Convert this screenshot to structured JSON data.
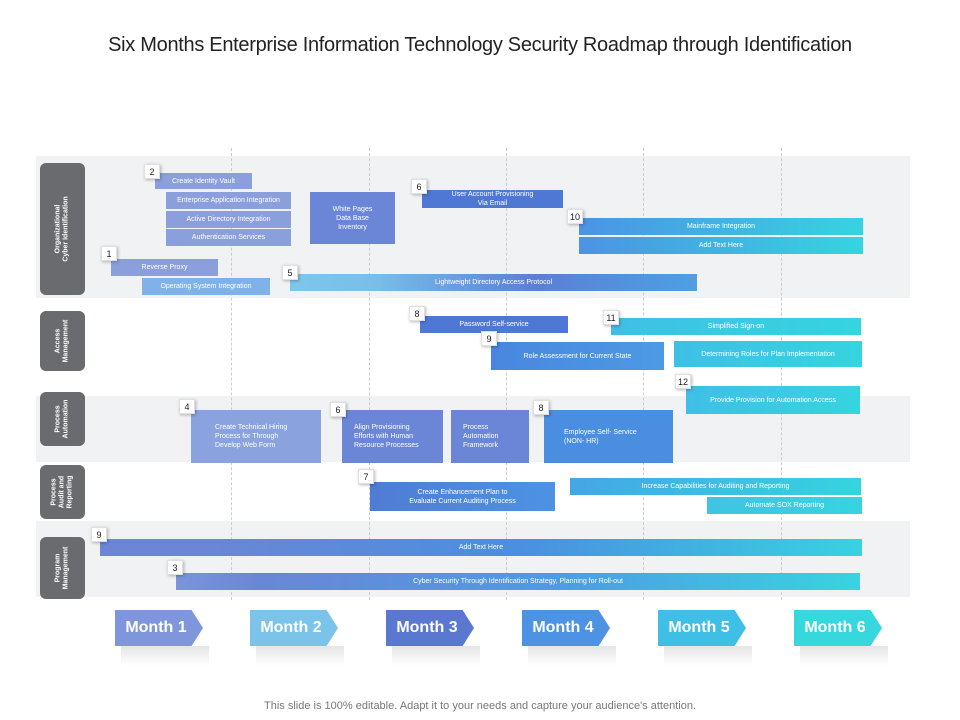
{
  "title": "Six Months Enterprise Information Technology Security Roadmap through Identification",
  "footer": "This slide is 100% editable. Adapt it to your needs and capture your audience's attention.",
  "rows": [
    {
      "label": "Organizational\nCyber Identification"
    },
    {
      "label": "Access\nManagement"
    },
    {
      "label": "Process\nAutomation"
    },
    {
      "label": "Process\nAudit and\nReporting"
    },
    {
      "label": "Program\nManagement"
    }
  ],
  "bars": {
    "create_identity_vault": "Create Identity Vault",
    "enterprise_app_integration": "Enterprise Application Integration",
    "active_directory_integration": "Active Directory Integration",
    "authentication_services": "Authentication Services",
    "white_pages": "White Pages\nData Base\nInventory",
    "user_account_provisioning": "User Account Provisioning\nVia Email",
    "mainframe_integration": "Mainframe Integration",
    "add_text_here_1": "Add Text Here",
    "reverse_proxy": "Reverse Proxy",
    "operating_system_integration": "Operating System Integration",
    "ldap": "Lightweight Directory Access Protocol",
    "password_self_service": "Password Self-service",
    "simplified_sign_on": "Simplified Sign-on",
    "role_assessment": "Role Assessment for Current State",
    "determining_roles": "Determining Roles for Plan Implementation",
    "provide_provision": "Provide Provision for Automation Access",
    "create_technical_hiring": "Create Technical Hiring\nProcess for Through\nDevelop Web Form",
    "align_provisioning": "Align Provisioning\nEfforts with Human\nResource Processes",
    "process_automation_framework": "Process\nAutomation\nFramework",
    "employee_self_service": "Employee Self- Service\n(NON- HR)",
    "create_enhancement_plan": "Create Enhancement Plan to\nEvaluate Current Auditing Process",
    "increase_capabilities": "Increase Capabilities for Auditing and Reporting",
    "automate_sox": "Automate SOX Reporting",
    "add_text_here_2": "Add Text Here",
    "cyber_security_strategy": "Cyber Security Through Identification Strategy, Planning for Roll-out"
  },
  "numbers": [
    "2",
    "6",
    "10",
    "1",
    "5",
    "8",
    "11",
    "9",
    "12",
    "4",
    "6",
    "8",
    "7",
    "9",
    "3"
  ],
  "months": [
    "Month 1",
    "Month 2",
    "Month 3",
    "Month 4",
    "Month 5",
    "Month 6"
  ],
  "colors": {
    "month_1": "#7f96dc",
    "month_2": "#7cc3ea",
    "month_3": "#5a78d0",
    "month_4": "#4c93e4",
    "month_5": "#3fbfe6",
    "month_6": "#36d7dd",
    "row_label": "#6a6b6e"
  }
}
